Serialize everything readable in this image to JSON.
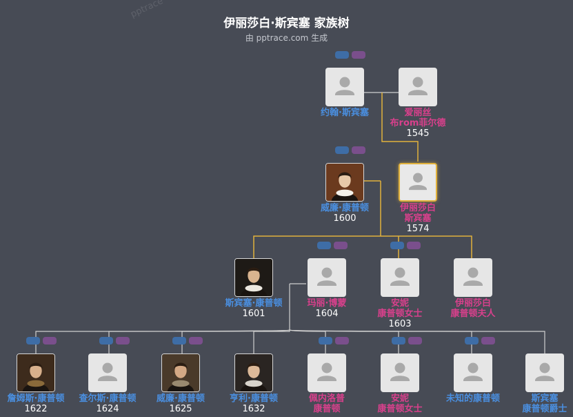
{
  "header": {
    "title": "伊丽莎白·斯宾塞 家族树",
    "subtitle": "由 pptrace.com 生成",
    "watermark": "pptrace"
  },
  "colors": {
    "background": "#474b55",
    "male": "#4a8fe0",
    "female": "#d8408c",
    "focus_line": "#e2b23c",
    "line": "#d0d0d0"
  },
  "people": [
    {
      "id": "john",
      "name": [
        "约翰·斯宾塞"
      ],
      "year": "",
      "gender": "m",
      "photo": "silhouette"
    },
    {
      "id": "alice",
      "name": [
        "爱丽丝",
        "布rom菲尔德"
      ],
      "year": "1545",
      "gender": "f",
      "photo": "silhouette"
    },
    {
      "id": "william",
      "name": [
        "威廉·康普顿"
      ],
      "year": "1600",
      "gender": "m",
      "photo": "portrait"
    },
    {
      "id": "elizabeth",
      "name": [
        "伊丽莎白",
        "斯宾塞"
      ],
      "year": "1574",
      "gender": "f",
      "photo": "silhouette",
      "focus": true
    },
    {
      "id": "spencer",
      "name": [
        "斯宾塞·康普顿"
      ],
      "year": "1601",
      "gender": "m",
      "photo": "portrait"
    },
    {
      "id": "mary",
      "name": [
        "玛丽·博蒙"
      ],
      "year": "1604",
      "gender": "f",
      "photo": "silhouette"
    },
    {
      "id": "anne1",
      "name": [
        "安妮",
        "康普顿女士"
      ],
      "year": "1603",
      "gender": "f",
      "photo": "silhouette"
    },
    {
      "id": "elizabeth2",
      "name": [
        "伊丽莎白",
        "康普顿夫人"
      ],
      "year": "",
      "gender": "f",
      "photo": "silhouette"
    },
    {
      "id": "james",
      "name": [
        "詹姆斯·康普顿"
      ],
      "year": "1622",
      "gender": "m",
      "photo": "portrait"
    },
    {
      "id": "charles",
      "name": [
        "查尔斯·康普顿"
      ],
      "year": "1624",
      "gender": "m",
      "photo": "silhouette"
    },
    {
      "id": "william2",
      "name": [
        "威廉·康普顿"
      ],
      "year": "1625",
      "gender": "m",
      "photo": "portrait"
    },
    {
      "id": "henry",
      "name": [
        "亨利·康普顿"
      ],
      "year": "1632",
      "gender": "m",
      "photo": "portrait"
    },
    {
      "id": "penelope",
      "name": [
        "佩内洛普",
        "康普顿"
      ],
      "year": "",
      "gender": "f",
      "photo": "silhouette"
    },
    {
      "id": "anne2",
      "name": [
        "安妮",
        "康普顿女士"
      ],
      "year": "",
      "gender": "f",
      "photo": "silhouette"
    },
    {
      "id": "unknown",
      "name": [
        "未知的康普顿"
      ],
      "year": "",
      "gender": "m",
      "photo": "silhouette"
    },
    {
      "id": "spencer2",
      "name": [
        "斯宾塞",
        "康普顿爵士"
      ],
      "year": "",
      "gender": "m",
      "photo": "silhouette"
    }
  ]
}
